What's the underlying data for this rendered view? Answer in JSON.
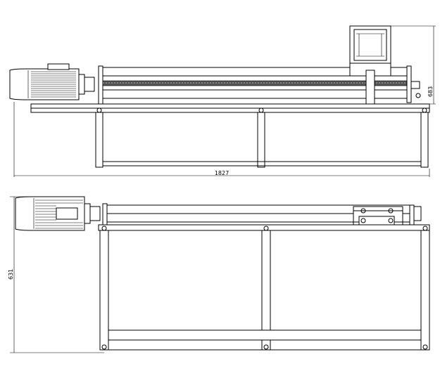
{
  "dimensions": {
    "overall_length": "1827",
    "height": "683",
    "width": "631"
  }
}
